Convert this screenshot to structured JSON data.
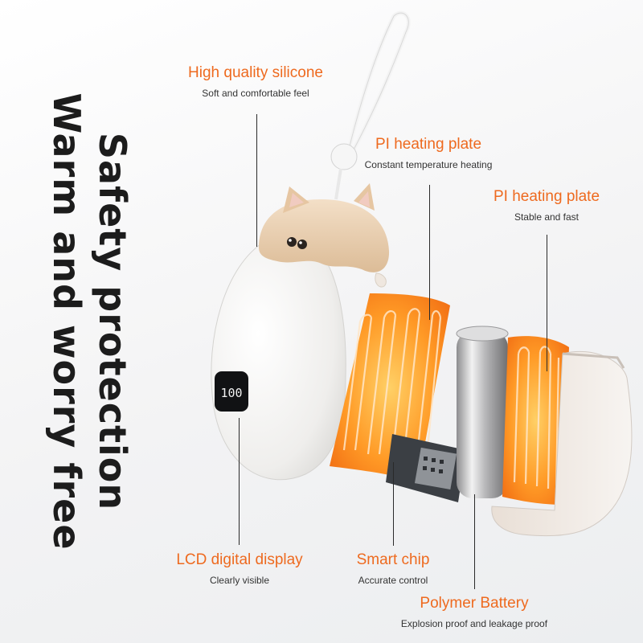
{
  "headline": {
    "line1": "Safety protection",
    "line2": "Warm and worry free"
  },
  "display": {
    "value": "100"
  },
  "callouts": {
    "silicone": {
      "title": "High quality silicone",
      "subtitle": "Soft and comfortable feel"
    },
    "heating_plate_1": {
      "title": "PI heating plate",
      "subtitle": "Constant temperature heating"
    },
    "heating_plate_2": {
      "title": "PI heating plate",
      "subtitle": "Stable and fast"
    },
    "lcd": {
      "title": "LCD digital display",
      "subtitle": "Clearly visible"
    },
    "chip": {
      "title": "Smart chip",
      "subtitle": "Accurate control"
    },
    "battery": {
      "title": "Polymer Battery",
      "subtitle": "Explosion proof and leakage proof"
    }
  },
  "colors": {
    "accent": "#ee6a1f",
    "heating_orange": "#f47a1c",
    "body_white": "#f1f0ee",
    "hamster_cap": "#ecd2b5"
  }
}
